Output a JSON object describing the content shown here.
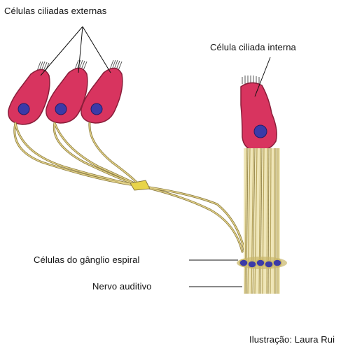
{
  "labels": {
    "outer_cells": "Células ciliadas externas",
    "inner_cell": "Célula ciliada interna",
    "spiral_ganglion": "Células do gânglio espiral",
    "auditory_nerve": "Nervo auditivo",
    "credit": "Ilustração: Laura Rui"
  },
  "colors": {
    "cell_body": "#d8345f",
    "cell_outline": "#8a1e3a",
    "nucleus": "#3b3aa8",
    "fiber": "#c9b66a",
    "fiber_dark": "#8a7a40",
    "ganglion": "#3b3aa8",
    "leader_line": "#111111"
  }
}
